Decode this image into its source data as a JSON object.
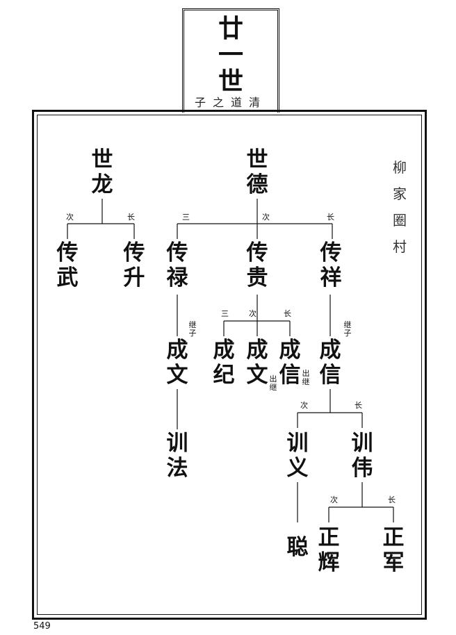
{
  "header": {
    "generation": "廿一世",
    "title_line1": "廿",
    "title_line2": "一",
    "title_line3": "世",
    "subtitle": "子之道清"
  },
  "village": "柳家圈村",
  "page_number": "549",
  "tree": {
    "gen1": [
      "世龙",
      "世德"
    ],
    "shilong_children": [
      {
        "name": "传武",
        "order": "次"
      },
      {
        "name": "传升",
        "order": "长"
      }
    ],
    "shide_children": [
      {
        "name": "传禄",
        "order": "三"
      },
      {
        "name": "传贵",
        "order": "次"
      },
      {
        "name": "传祥",
        "order": "长"
      }
    ],
    "chuanlu_child": {
      "name": "成文",
      "note": "继子"
    },
    "chuangui_children": [
      {
        "name": "成纪",
        "order": "三"
      },
      {
        "name": "成文",
        "order": "次",
        "note": "出继"
      },
      {
        "name": "成信",
        "order": "长",
        "note": "出继"
      }
    ],
    "chuanxiang_child": {
      "name": "成信",
      "note": "继子"
    },
    "chengwen_child": "训法",
    "chengxin_children": [
      {
        "name": "训义",
        "order": "次"
      },
      {
        "name": "训伟",
        "order": "长"
      }
    ],
    "xunyi_child": "聪",
    "xunwei_children": [
      {
        "name": "正辉",
        "order": "次"
      },
      {
        "name": "正军",
        "order": "长"
      }
    ]
  },
  "labels": {
    "shilong_1": "世",
    "shilong_2": "龙",
    "shide_1": "世",
    "shide_2": "德",
    "chuanwu_1": "传",
    "chuanwu_2": "武",
    "chuansheng_1": "传",
    "chuansheng_2": "升",
    "chuanlu_1": "传",
    "chuanlu_2": "禄",
    "chuangui_1": "传",
    "chuangui_2": "贵",
    "chuanxiang_1": "传",
    "chuanxiang_2": "祥",
    "chengwen_a_1": "成",
    "chengwen_a_2": "文",
    "chengji_1": "成",
    "chengji_2": "纪",
    "chengwen_b_1": "成",
    "chengwen_b_2": "文",
    "chengxin_a_1": "成",
    "chengxin_a_2": "信",
    "chengxin_b_1": "成",
    "chengxin_b_2": "信",
    "xunfa_1": "训",
    "xunfa_2": "法",
    "xunyi_1": "训",
    "xunyi_2": "义",
    "xunwei_1": "训",
    "xunwei_2": "伟",
    "cong": "聪",
    "zhenghui_1": "正",
    "zhenghui_2": "辉",
    "zhengjun_1": "正",
    "zhengjun_2": "军",
    "ord_ci": "次",
    "ord_zhang": "长",
    "ord_san": "三",
    "jizi_1": "继",
    "jizi_2": "子",
    "chuji_1": "出",
    "chuji_2": "继",
    "village_1": "柳",
    "village_2": "家",
    "village_3": "圈",
    "village_4": "村"
  }
}
